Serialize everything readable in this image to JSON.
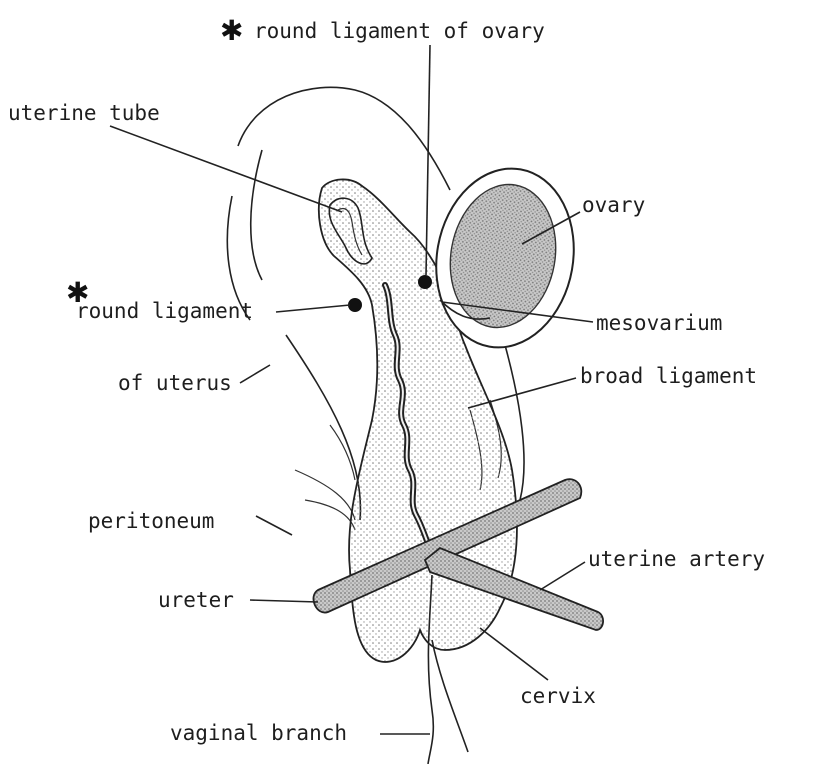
{
  "labels": {
    "star": "✱",
    "round_ligament_ovary": "round ligament of ovary",
    "uterine_tube": "uterine tube",
    "ovary": "ovary",
    "round_ligament_uterus_1": "round ligament",
    "round_ligament_uterus_2": "of uterus",
    "mesovarium": "mesovarium",
    "broad_ligament": "broad ligament",
    "peritoneum": "peritoneum",
    "uterine_artery": "uterine artery",
    "ureter": "ureter",
    "cervix": "cervix",
    "vaginal_branch": "vaginal branch"
  },
  "colors": {
    "ink": "#1e1e1e",
    "stipple": "#8a8a8a",
    "ovary_fill": "#b9b9b9"
  }
}
